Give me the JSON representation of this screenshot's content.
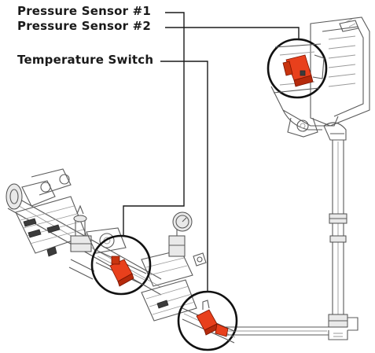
{
  "callouts": {
    "pressure_sensor_1": "Pressure Sensor #1",
    "pressure_sensor_2": "Pressure Sensor #2",
    "temperature_switch": "Temperature Switch"
  },
  "colors": {
    "sensor_highlight": "#e8401c",
    "sensor_shadow": "#b52a0c",
    "leader_line": "#1a1a1a",
    "drawing_line": "#5a5a5a"
  }
}
